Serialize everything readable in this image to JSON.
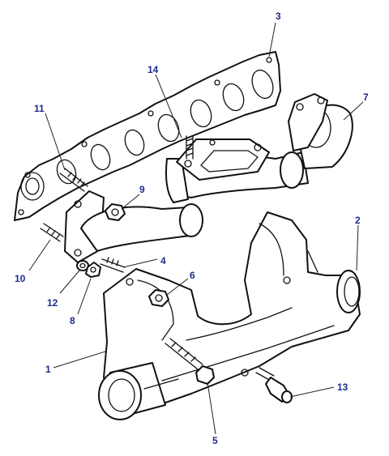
{
  "diagram": {
    "callouts": [
      {
        "id": "1",
        "label": "1"
      },
      {
        "id": "2",
        "label": "2"
      },
      {
        "id": "3",
        "label": "3"
      },
      {
        "id": "4",
        "label": "4"
      },
      {
        "id": "5",
        "label": "5"
      },
      {
        "id": "6",
        "label": "6"
      },
      {
        "id": "7",
        "label": "7"
      },
      {
        "id": "8",
        "label": "8"
      },
      {
        "id": "9",
        "label": "9"
      },
      {
        "id": "10",
        "label": "10"
      },
      {
        "id": "11",
        "label": "11"
      },
      {
        "id": "12",
        "label": "12"
      },
      {
        "id": "13",
        "label": "13"
      },
      {
        "id": "14",
        "label": "14"
      }
    ],
    "colors": {
      "callout_text": "#1d2a8f",
      "line": "#111111",
      "background": "#ffffff"
    }
  }
}
